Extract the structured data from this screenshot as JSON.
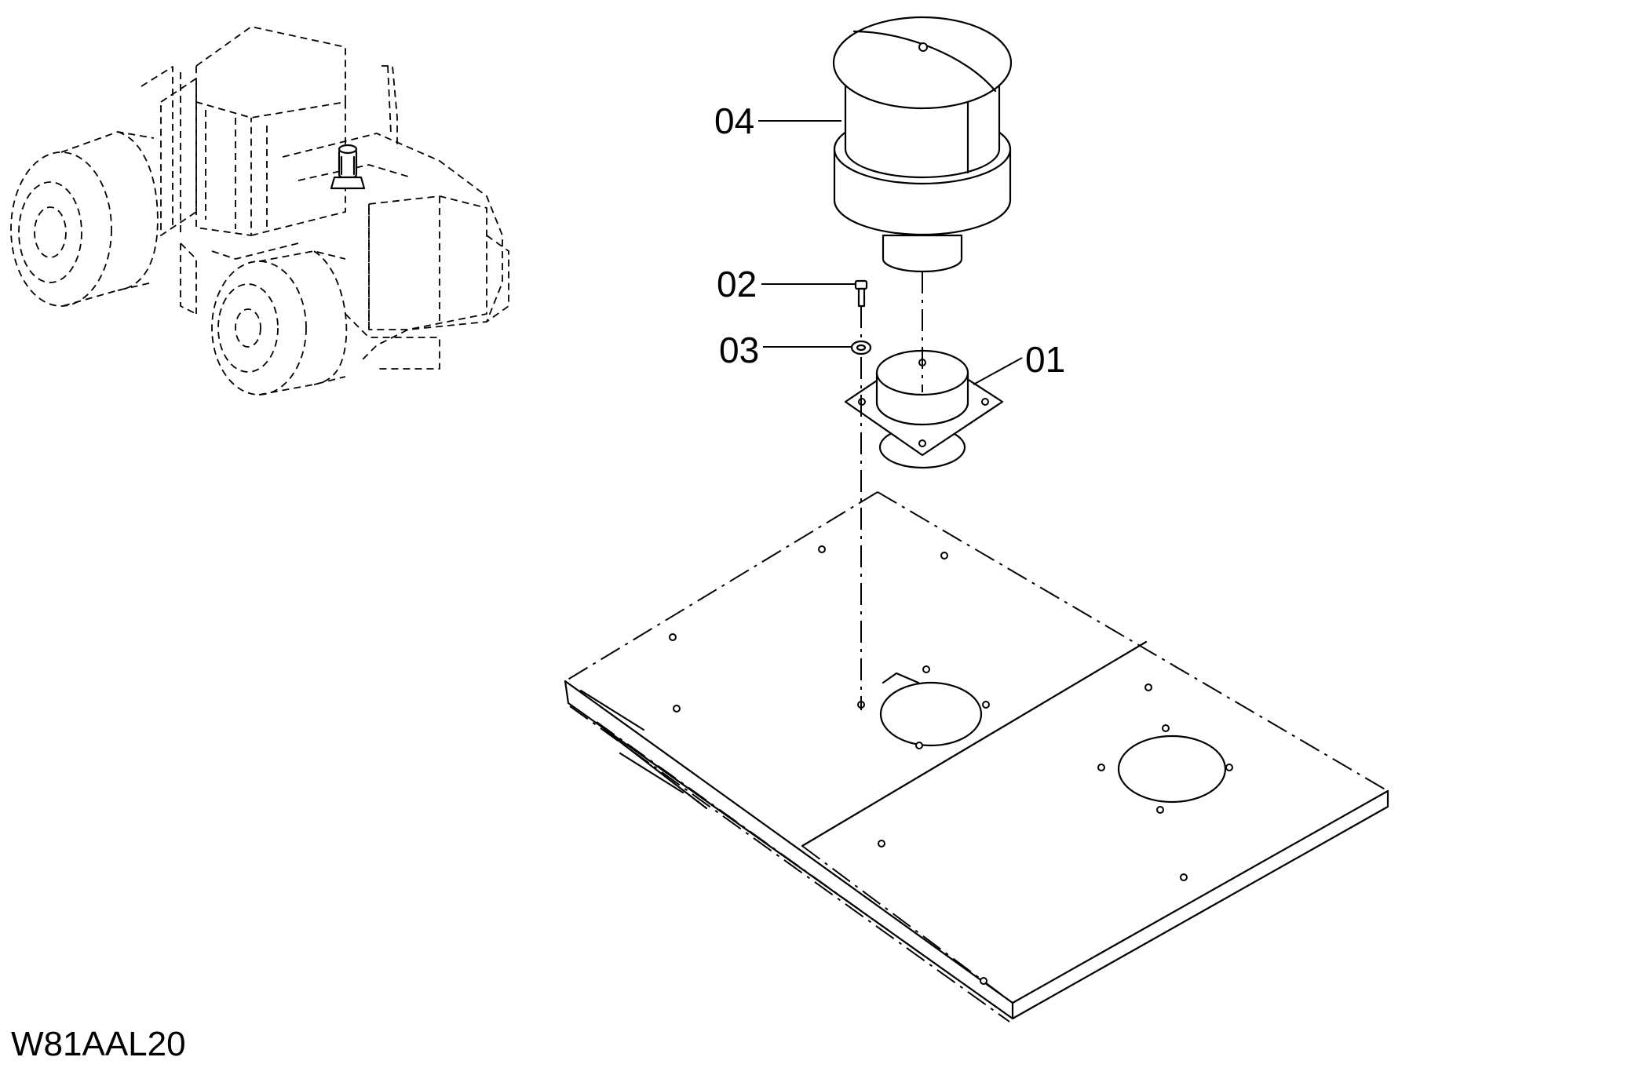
{
  "figure_code": "W81AAL20",
  "callouts": [
    {
      "id": "01",
      "label": "01"
    },
    {
      "id": "02",
      "label": "02"
    },
    {
      "id": "03",
      "label": "03"
    },
    {
      "id": "04",
      "label": "04"
    }
  ],
  "colors": {
    "line": "#000000",
    "background": "#ffffff"
  }
}
